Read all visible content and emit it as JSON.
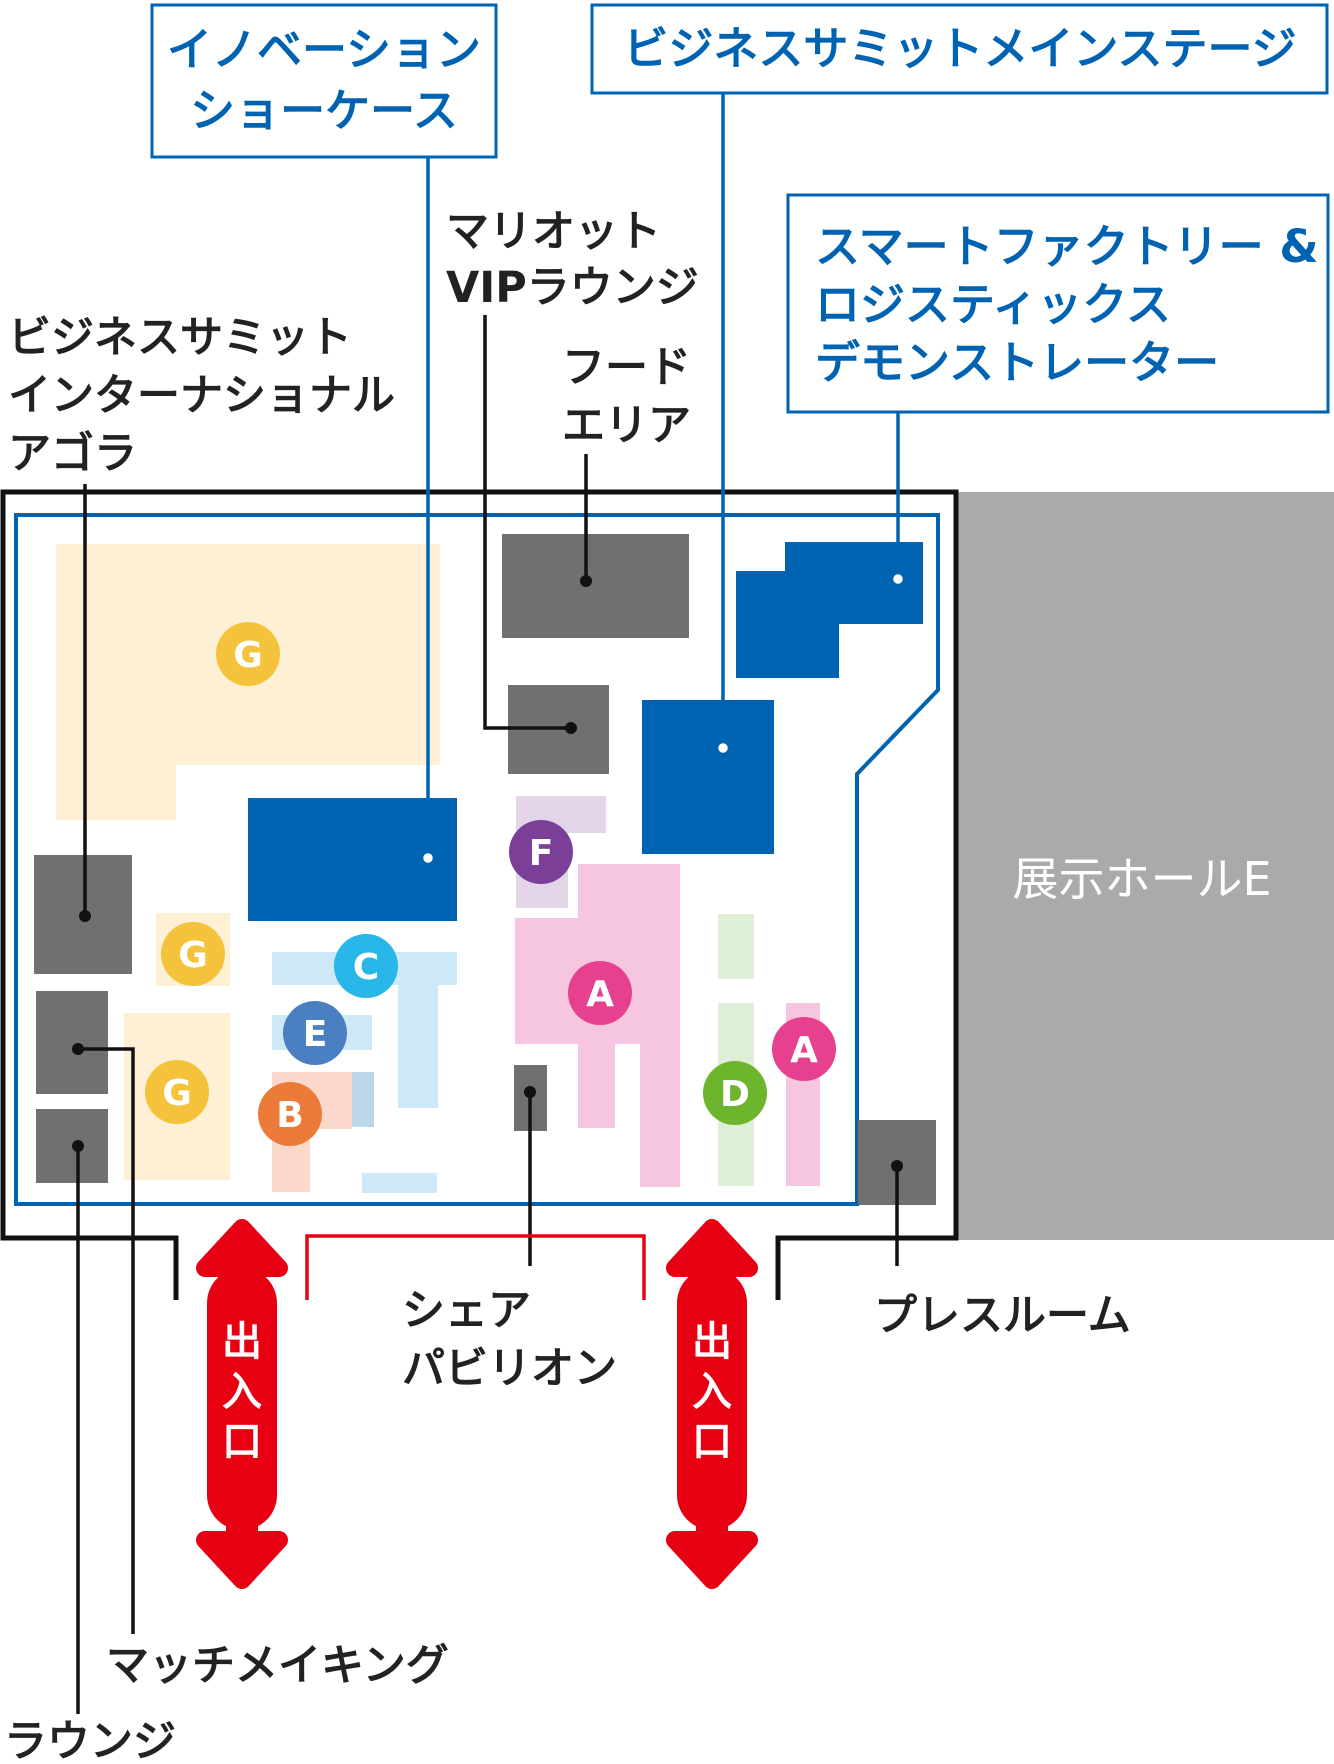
{
  "labels": {
    "innovation_showcase": [
      "イノベーション",
      "ショーケース"
    ],
    "main_stage": "ビジネスサミットメインステージ",
    "smart_factory": [
      "スマートファクトリー &",
      "ロジスティックス",
      "デモンストレーター"
    ],
    "marriott": [
      "マリオット",
      "VIPラウンジ"
    ],
    "food_area": [
      "フード",
      "エリア"
    ],
    "agora": [
      "ビジネスサミット",
      "インターナショナル",
      "アゴラ"
    ],
    "exhibit_hall": "展示ホールE",
    "share_pavilion": [
      "シェア",
      "パビリオン"
    ],
    "press_room": "プレスルーム",
    "matchmaking": "マッチメイキング",
    "lounge": "ラウンジ",
    "entrance": [
      "出",
      "入",
      "口"
    ]
  },
  "markers": {
    "g1": "G",
    "g2": "G",
    "g3": "G",
    "c": "C",
    "e": "E",
    "b": "B",
    "f": "F",
    "a1": "A",
    "a2": "A",
    "d": "D"
  },
  "colors": {
    "blue": "#0063b2",
    "gray": "#707070",
    "hall": "#aaaaaa",
    "red": "#e60012",
    "g_zone": "#fdf0d5",
    "a_zone": "#f6c6e1",
    "c_zone": "#cde8f7",
    "f_zone": "#e2d5e8",
    "d_zone": "#dfeed6",
    "b_zone": "#fad9cc",
    "g_marker": "#f5c33b",
    "a_marker": "#e6408e",
    "c_marker": "#29b6e8",
    "e_marker": "#4a7fc1",
    "b_marker": "#ec7b3a",
    "f_marker": "#7b3f98",
    "d_marker": "#6db52d"
  }
}
